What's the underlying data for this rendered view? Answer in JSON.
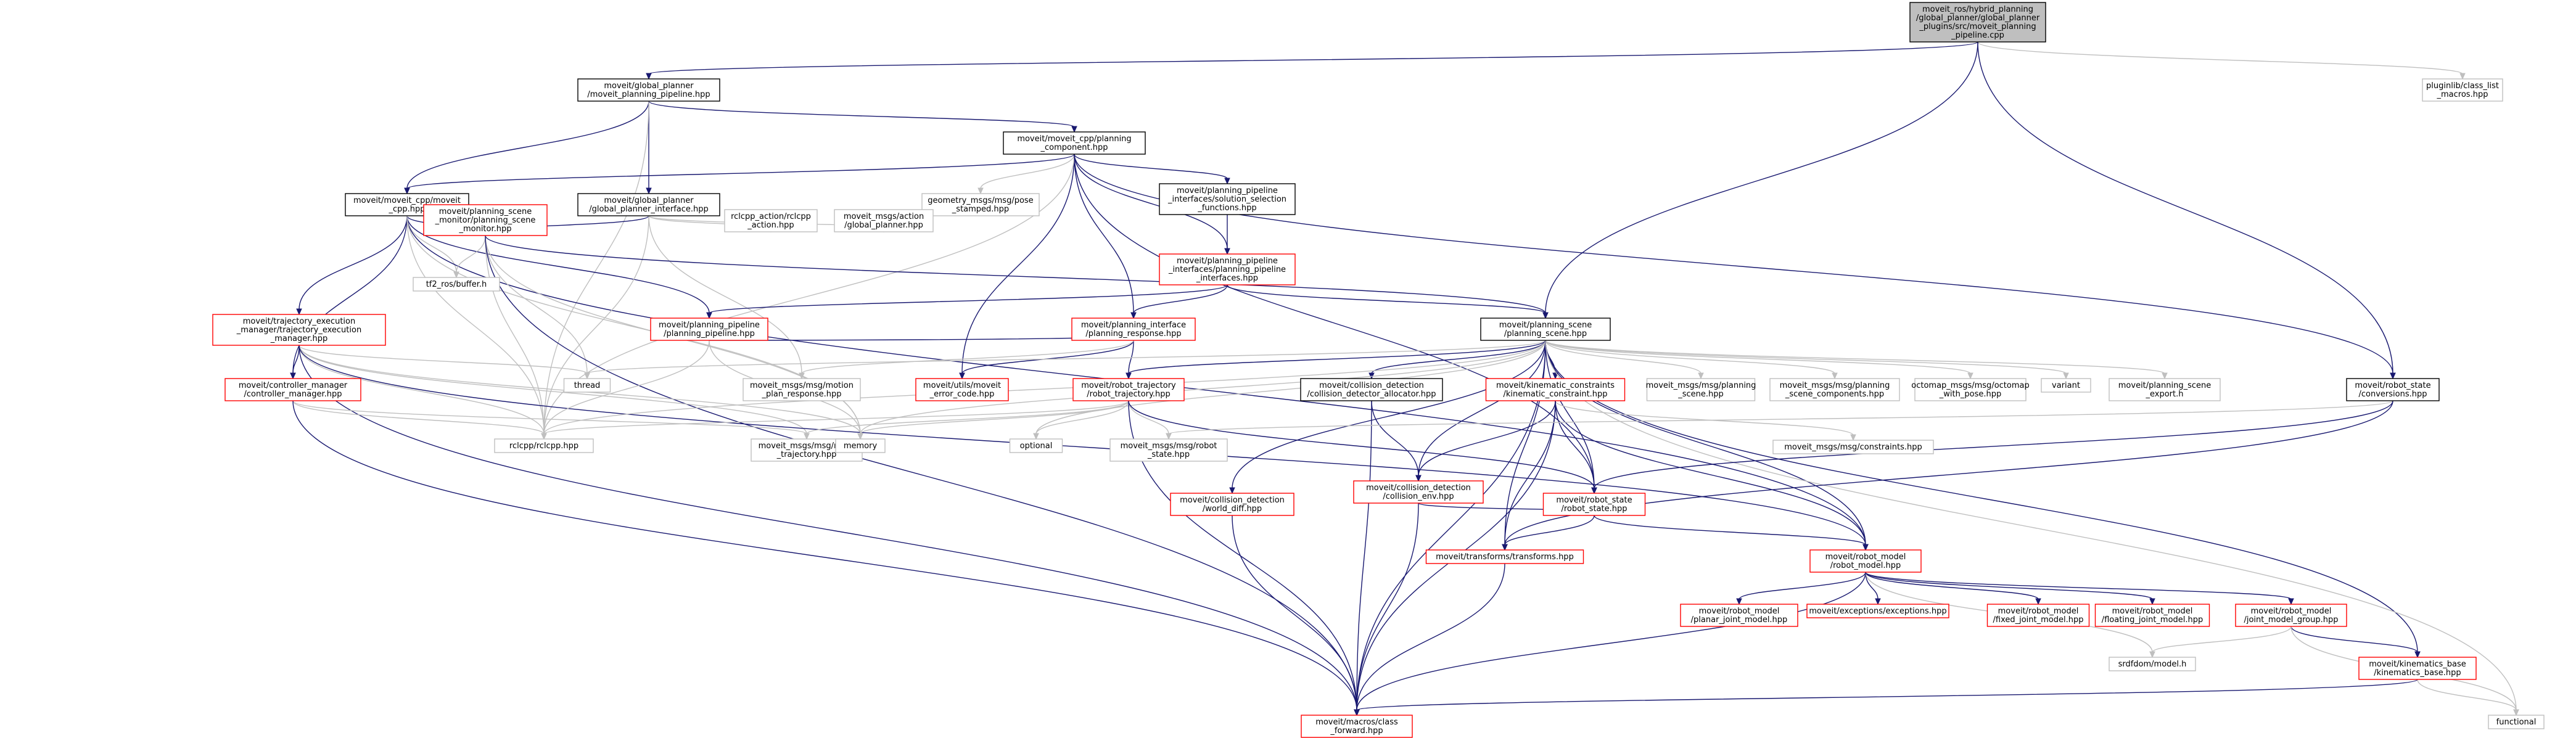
{
  "title": "Include dependency graph for pipeline.cpp",
  "colors": {
    "edge": "#191970",
    "edge_external": "#bfbfbf",
    "node_documented": "#000000",
    "node_undocumented": "#ff0000",
    "node_external": "#bfbfbf",
    "root_fill": "#bfbfbf"
  },
  "nodes": [
    {
      "id": "root",
      "kind": "root",
      "lines": [
        "moveit_ros/hybrid_planning",
        "/global_planner/global_planner",
        "_plugins/src/moveit_planning",
        "_pipeline.cpp"
      ]
    },
    {
      "id": "gp_mpp",
      "kind": "black",
      "lines": [
        "moveit/global_planner",
        "/moveit_planning_pipeline.hpp"
      ]
    },
    {
      "id": "classlist",
      "kind": "gray",
      "lines": [
        "pluginlib/class_list",
        "_macros.hpp"
      ]
    },
    {
      "id": "planning_component",
      "kind": "black",
      "lines": [
        "moveit/moveit_cpp/planning",
        "_component.hpp"
      ]
    },
    {
      "id": "moveit_cpp",
      "kind": "black",
      "lines": [
        "moveit/moveit_cpp/moveit",
        "_cpp.hpp"
      ]
    },
    {
      "id": "gp_interface",
      "kind": "black",
      "lines": [
        "moveit/global_planner",
        "/global_planner_interface.hpp"
      ]
    },
    {
      "id": "geom_pose",
      "kind": "gray",
      "lines": [
        "geometry_msgs/msg/pose",
        "_stamped.hpp"
      ]
    },
    {
      "id": "solution_sel",
      "kind": "black",
      "lines": [
        "moveit/planning_pipeline",
        "_interfaces/solution_selection",
        "_functions.hpp"
      ]
    },
    {
      "id": "psm",
      "kind": "red",
      "lines": [
        "moveit/planning_scene",
        "_monitor/planning_scene",
        "_monitor.hpp"
      ]
    },
    {
      "id": "rclcpp_action",
      "kind": "gray",
      "lines": [
        "rclcpp_action/rclcpp",
        "_action.hpp"
      ]
    },
    {
      "id": "gp_action",
      "kind": "gray",
      "lines": [
        "moveit_msgs/action",
        "/global_planner.hpp"
      ]
    },
    {
      "id": "pp_interfaces",
      "kind": "red",
      "lines": [
        "moveit/planning_pipeline",
        "_interfaces/planning_pipeline",
        "_interfaces.hpp"
      ]
    },
    {
      "id": "tf2_buffer",
      "kind": "gray",
      "lines": [
        "tf2_ros/buffer.h"
      ]
    },
    {
      "id": "tem",
      "kind": "red",
      "lines": [
        "moveit/trajectory_execution",
        "_manager/trajectory_execution",
        "_manager.hpp"
      ]
    },
    {
      "id": "planning_pipeline",
      "kind": "red",
      "lines": [
        "moveit/planning_pipeline",
        "/planning_pipeline.hpp"
      ]
    },
    {
      "id": "planning_response",
      "kind": "red",
      "lines": [
        "moveit/planning_interface",
        "/planning_response.hpp"
      ]
    },
    {
      "id": "planning_scene",
      "kind": "black",
      "lines": [
        "moveit/planning_scene",
        "/planning_scene.hpp"
      ]
    },
    {
      "id": "thread",
      "kind": "gray",
      "lines": [
        "thread"
      ]
    },
    {
      "id": "motion_plan_resp",
      "kind": "gray",
      "lines": [
        "moveit_msgs/msg/motion",
        "_plan_response.hpp"
      ]
    },
    {
      "id": "error_code",
      "kind": "red",
      "lines": [
        "moveit/utils/moveit",
        "_error_code.hpp"
      ]
    },
    {
      "id": "robot_trajectory",
      "kind": "red",
      "lines": [
        "moveit/robot_trajectory",
        "/robot_trajectory.hpp"
      ]
    },
    {
      "id": "cd_allocator",
      "kind": "black",
      "lines": [
        "moveit/collision_detection",
        "/collision_detector_allocator.hpp"
      ]
    },
    {
      "id": "kinematic_constraint",
      "kind": "red",
      "lines": [
        "moveit/kinematic_constraints",
        "/kinematic_constraint.hpp"
      ]
    },
    {
      "id": "msg_planning_scene",
      "kind": "gray",
      "lines": [
        "moveit_msgs/msg/planning",
        "_scene.hpp"
      ]
    },
    {
      "id": "msg_ps_components",
      "kind": "gray",
      "lines": [
        "moveit_msgs/msg/planning",
        "_scene_components.hpp"
      ]
    },
    {
      "id": "octomap",
      "kind": "gray",
      "lines": [
        "octomap_msgs/msg/octomap",
        "_with_pose.hpp"
      ]
    },
    {
      "id": "variant",
      "kind": "gray",
      "lines": [
        "variant"
      ]
    },
    {
      "id": "ps_export",
      "kind": "gray",
      "lines": [
        "moveit/planning_scene",
        "_export.h"
      ]
    },
    {
      "id": "conversions",
      "kind": "black",
      "lines": [
        "moveit/robot_state",
        "/conversions.hpp"
      ]
    },
    {
      "id": "controller_manager",
      "kind": "red",
      "lines": [
        "moveit/controller_manager",
        "/controller_manager.hpp"
      ]
    },
    {
      "id": "rclcpp",
      "kind": "gray",
      "lines": [
        "rclcpp/rclcpp.hpp"
      ]
    },
    {
      "id": "msg_robot_traj",
      "kind": "gray",
      "lines": [
        "moveit_msgs/msg/robot",
        "_trajectory.hpp"
      ]
    },
    {
      "id": "memory",
      "kind": "gray",
      "lines": [
        "memory"
      ]
    },
    {
      "id": "optional",
      "kind": "gray",
      "lines": [
        "optional"
      ]
    },
    {
      "id": "msg_robot_state",
      "kind": "gray",
      "lines": [
        "moveit_msgs/msg/robot",
        "_state.hpp"
      ]
    },
    {
      "id": "collision_env",
      "kind": "red",
      "lines": [
        "moveit/collision_detection",
        "/collision_env.hpp"
      ]
    },
    {
      "id": "msg_constraints",
      "kind": "gray",
      "lines": [
        "moveit_msgs/msg/constraints.hpp"
      ]
    },
    {
      "id": "world_diff",
      "kind": "red",
      "lines": [
        "moveit/collision_detection",
        "/world_diff.hpp"
      ]
    },
    {
      "id": "robot_state",
      "kind": "red",
      "lines": [
        "moveit/robot_state",
        "/robot_state.hpp"
      ]
    },
    {
      "id": "transforms",
      "kind": "red",
      "lines": [
        "moveit/transforms/transforms.hpp"
      ]
    },
    {
      "id": "robot_model",
      "kind": "red",
      "lines": [
        "moveit/robot_model",
        "/robot_model.hpp"
      ]
    },
    {
      "id": "planar_joint",
      "kind": "red",
      "lines": [
        "moveit/robot_model",
        "/planar_joint_model.hpp"
      ]
    },
    {
      "id": "exceptions",
      "kind": "red",
      "lines": [
        "moveit/exceptions/exceptions.hpp"
      ]
    },
    {
      "id": "fixed_joint",
      "kind": "red",
      "lines": [
        "moveit/robot_model",
        "/fixed_joint_model.hpp"
      ]
    },
    {
      "id": "floating_joint",
      "kind": "red",
      "lines": [
        "moveit/robot_model",
        "/floating_joint_model.hpp"
      ]
    },
    {
      "id": "jmg",
      "kind": "red",
      "lines": [
        "moveit/robot_model",
        "/joint_model_group.hpp"
      ]
    },
    {
      "id": "srdf_model",
      "kind": "gray",
      "lines": [
        "srdfdom/model.h"
      ]
    },
    {
      "id": "kinematics_base",
      "kind": "red",
      "lines": [
        "moveit/kinematics_base",
        "/kinematics_base.hpp"
      ]
    },
    {
      "id": "functional",
      "kind": "gray",
      "lines": [
        "functional"
      ]
    },
    {
      "id": "class_forward",
      "kind": "red",
      "lines": [
        "moveit/macros/class",
        "_forward.hpp"
      ]
    }
  ],
  "edges": [
    [
      "root",
      "gp_mpp"
    ],
    [
      "root",
      "classlist"
    ],
    [
      "root",
      "planning_scene"
    ],
    [
      "root",
      "conversions"
    ],
    [
      "gp_mpp",
      "planning_component"
    ],
    [
      "gp_mpp",
      "moveit_cpp"
    ],
    [
      "gp_mpp",
      "gp_interface"
    ],
    [
      "gp_mpp",
      "rclcpp"
    ],
    [
      "planning_component",
      "moveit_cpp"
    ],
    [
      "planning_component",
      "geom_pose"
    ],
    [
      "planning_component",
      "solution_sel"
    ],
    [
      "planning_component",
      "pp_interfaces"
    ],
    [
      "planning_component",
      "planning_response"
    ],
    [
      "planning_component",
      "error_code"
    ],
    [
      "planning_component",
      "rclcpp"
    ],
    [
      "planning_component",
      "robot_state"
    ],
    [
      "planning_component",
      "conversions"
    ],
    [
      "moveit_cpp",
      "psm"
    ],
    [
      "moveit_cpp",
      "tem"
    ],
    [
      "moveit_cpp",
      "planning_pipeline"
    ],
    [
      "moveit_cpp",
      "controller_manager"
    ],
    [
      "moveit_cpp",
      "tf2_buffer"
    ],
    [
      "moveit_cpp",
      "rclcpp"
    ],
    [
      "moveit_cpp",
      "robot_model"
    ],
    [
      "moveit_cpp",
      "memory"
    ],
    [
      "gp_interface",
      "psm"
    ],
    [
      "gp_interface",
      "rclcpp_action"
    ],
    [
      "gp_interface",
      "gp_action"
    ],
    [
      "gp_interface",
      "motion_plan_resp"
    ],
    [
      "gp_interface",
      "rclcpp"
    ],
    [
      "solution_sel",
      "pp_interfaces"
    ],
    [
      "pp_interfaces",
      "planning_pipeline"
    ],
    [
      "pp_interfaces",
      "planning_response"
    ],
    [
      "pp_interfaces",
      "planning_scene"
    ],
    [
      "psm",
      "planning_scene"
    ],
    [
      "psm",
      "tf2_buffer"
    ],
    [
      "psm",
      "thread"
    ],
    [
      "psm",
      "rclcpp"
    ],
    [
      "psm",
      "memory"
    ],
    [
      "psm",
      "class_forward"
    ],
    [
      "tem",
      "controller_manager"
    ],
    [
      "tem",
      "thread"
    ],
    [
      "tem",
      "rclcpp"
    ],
    [
      "tem",
      "msg_robot_traj"
    ],
    [
      "tem",
      "memory"
    ],
    [
      "tem",
      "class_forward"
    ],
    [
      "tem",
      "robot_model"
    ],
    [
      "planning_pipeline",
      "planning_response"
    ],
    [
      "planning_pipeline",
      "rclcpp"
    ],
    [
      "planning_pipeline",
      "memory"
    ],
    [
      "planning_response",
      "robot_trajectory"
    ],
    [
      "planning_response",
      "error_code"
    ],
    [
      "planning_response",
      "motion_plan_resp"
    ],
    [
      "planning_scene",
      "thread"
    ],
    [
      "planning_scene",
      "robot_trajectory"
    ],
    [
      "planning_scene",
      "cd_allocator"
    ],
    [
      "planning_scene",
      "kinematic_constraint"
    ],
    [
      "planning_scene",
      "msg_planning_scene"
    ],
    [
      "planning_scene",
      "msg_ps_components"
    ],
    [
      "planning_scene",
      "octomap"
    ],
    [
      "planning_scene",
      "variant"
    ],
    [
      "planning_scene",
      "ps_export"
    ],
    [
      "planning_scene",
      "rclcpp"
    ],
    [
      "planning_scene",
      "memory"
    ],
    [
      "planning_scene",
      "optional"
    ],
    [
      "planning_scene",
      "collision_env"
    ],
    [
      "planning_scene",
      "world_diff"
    ],
    [
      "planning_scene",
      "robot_state"
    ],
    [
      "planning_scene",
      "transforms"
    ],
    [
      "planning_scene",
      "robot_model"
    ],
    [
      "planning_scene",
      "kinematics_base"
    ],
    [
      "planning_scene",
      "class_forward"
    ],
    [
      "planning_scene",
      "functional"
    ],
    [
      "robot_trajectory",
      "msg_robot_traj"
    ],
    [
      "robot_trajectory",
      "msg_robot_state"
    ],
    [
      "robot_trajectory",
      "optional"
    ],
    [
      "robot_trajectory",
      "memory"
    ],
    [
      "robot_trajectory",
      "rclcpp"
    ],
    [
      "robot_trajectory",
      "robot_state"
    ],
    [
      "robot_trajectory",
      "class_forward"
    ],
    [
      "cd_allocator",
      "collision_env"
    ],
    [
      "cd_allocator",
      "class_forward"
    ],
    [
      "kinematic_constraint",
      "collision_env"
    ],
    [
      "kinematic_constraint",
      "msg_constraints"
    ],
    [
      "kinematic_constraint",
      "robot_state"
    ],
    [
      "kinematic_constraint",
      "transforms"
    ],
    [
      "kinematic_constraint",
      "robot_model"
    ],
    [
      "kinematic_constraint",
      "class_forward"
    ],
    [
      "conversions",
      "msg_robot_state"
    ],
    [
      "conversions",
      "robot_state"
    ],
    [
      "conversions",
      "transforms"
    ],
    [
      "controller_manager",
      "rclcpp"
    ],
    [
      "controller_manager",
      "msg_robot_traj"
    ],
    [
      "controller_manager",
      "class_forward"
    ],
    [
      "collision_env",
      "robot_state"
    ],
    [
      "collision_env",
      "class_forward"
    ],
    [
      "world_diff",
      "class_forward"
    ],
    [
      "robot_state",
      "transforms"
    ],
    [
      "robot_state",
      "robot_model"
    ],
    [
      "transforms",
      "class_forward"
    ],
    [
      "robot_model",
      "planar_joint"
    ],
    [
      "robot_model",
      "exceptions"
    ],
    [
      "robot_model",
      "fixed_joint"
    ],
    [
      "robot_model",
      "floating_joint"
    ],
    [
      "robot_model",
      "jmg"
    ],
    [
      "robot_model",
      "srdf_model"
    ],
    [
      "robot_model",
      "class_forward"
    ],
    [
      "jmg",
      "srdf_model"
    ],
    [
      "jmg",
      "kinematics_base"
    ],
    [
      "jmg",
      "functional"
    ],
    [
      "kinematics_base",
      "class_forward"
    ],
    [
      "kinematics_base",
      "functional"
    ]
  ]
}
